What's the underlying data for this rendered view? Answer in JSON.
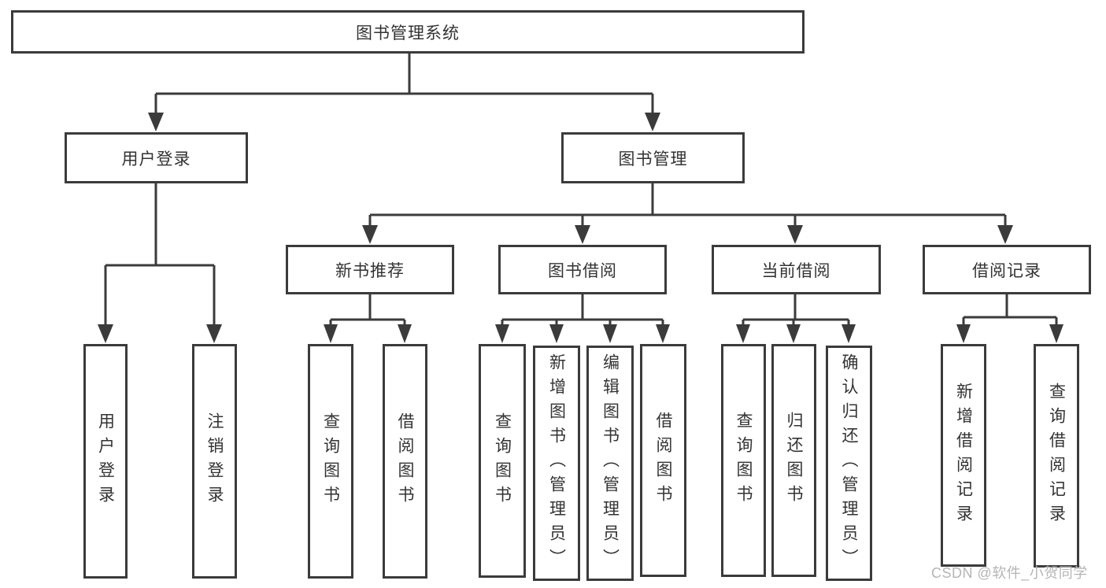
{
  "nodes": {
    "root": "图书管理系统",
    "userLogin": "用户登录",
    "bookMgmt": "图书管理",
    "newBookRec": "新书推荐",
    "bookBorrow": "图书借阅",
    "currentBorrow": "当前借阅",
    "borrowRecords": "借阅记录",
    "leafUserLogin": "用户登录",
    "leafLogout": "注销登录",
    "nbrQuery": "查询图书",
    "nbrBorrow": "借阅图书",
    "bbQuery": "查询图书",
    "bbAdd": "新增图书（管理员）",
    "bbEdit": "编辑图书（管理员）",
    "bbBorrow": "借阅图书",
    "cbQuery": "查询图书",
    "cbReturn": "归还图书",
    "cbConfirm": "确认归还（管理员）",
    "brAdd": "新增借阅记录",
    "brQuery": "查询借阅记录"
  },
  "hierarchy": {
    "root": [
      "userLogin",
      "bookMgmt"
    ],
    "userLogin": [
      "leafUserLogin",
      "leafLogout"
    ],
    "bookMgmt": [
      "newBookRec",
      "bookBorrow",
      "currentBorrow",
      "borrowRecords"
    ],
    "newBookRec": [
      "nbrQuery",
      "nbrBorrow"
    ],
    "bookBorrow": [
      "bbQuery",
      "bbAdd",
      "bbEdit",
      "bbBorrow"
    ],
    "currentBorrow": [
      "cbQuery",
      "cbReturn",
      "cbConfirm"
    ],
    "borrowRecords": [
      "brAdd",
      "brQuery"
    ]
  },
  "watermark": "CSDN @软件_小贺同学",
  "colors": {
    "line": "#3b3b3b",
    "text": "#333333",
    "background": "#ffffff",
    "watermark": "#b5b5b5"
  }
}
